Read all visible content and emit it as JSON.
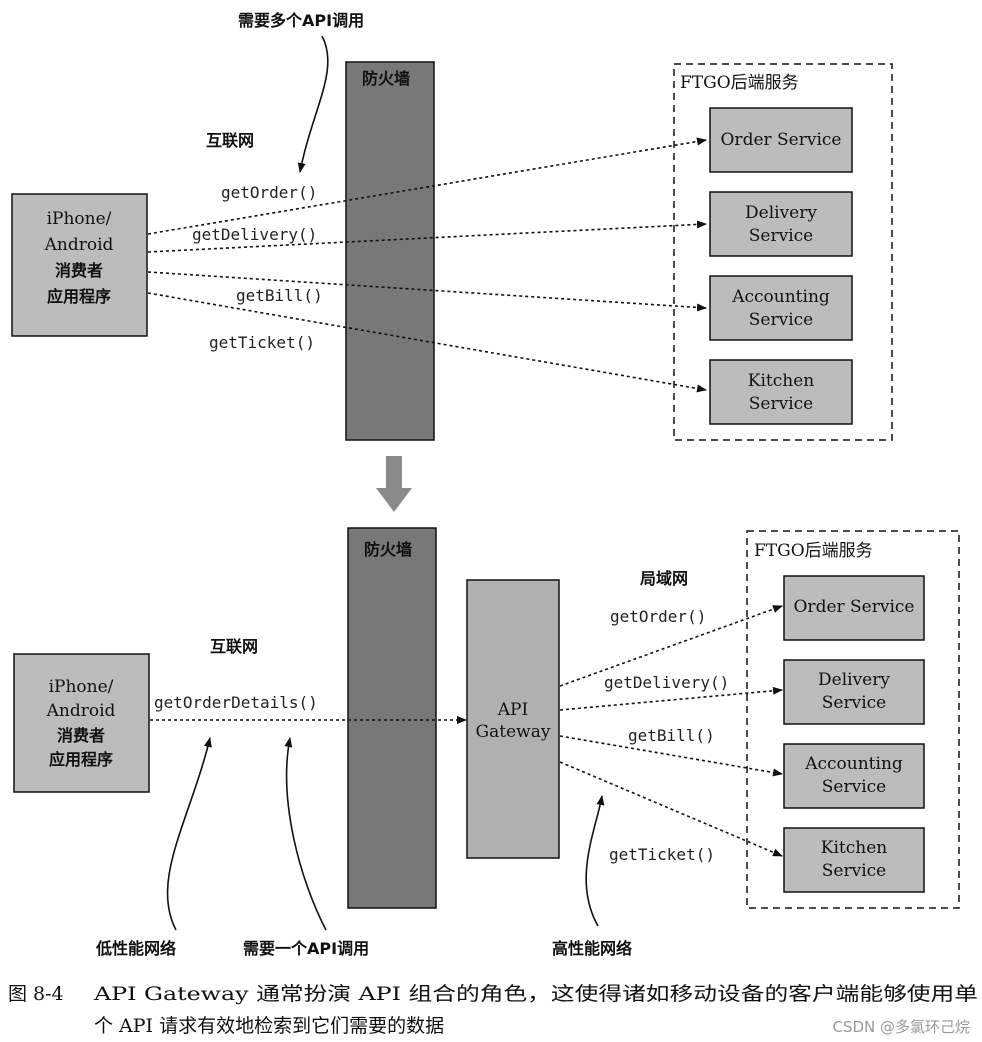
{
  "top": {
    "annotation": "需要多个API调用",
    "firewall": "防火墙",
    "internet": "互联网",
    "client": [
      "iPhone/",
      "Android",
      "消费者",
      "应用程序"
    ],
    "backend_title": "FTGO后端服务",
    "calls": [
      "getOrder()",
      "getDelivery()",
      "getBill()",
      "getTicket()"
    ],
    "services": [
      [
        "Order Service"
      ],
      [
        "Delivery",
        "Service"
      ],
      [
        "Accounting",
        "Service"
      ],
      [
        "Kitchen",
        "Service"
      ]
    ]
  },
  "bottom": {
    "firewall": "防火墙",
    "internet": "互联网",
    "lan": "局域网",
    "client": [
      "iPhone/",
      "Android",
      "消费者",
      "应用程序"
    ],
    "client_call": "getOrderDetails()",
    "gateway": [
      "API",
      "Gateway"
    ],
    "backend_title": "FTGO后端服务",
    "calls": [
      "getOrder()",
      "getDelivery()",
      "getBill()",
      "getTicket()"
    ],
    "services": [
      [
        "Order Service"
      ],
      [
        "Delivery",
        "Service"
      ],
      [
        "Accounting",
        "Service"
      ],
      [
        "Kitchen",
        "Service"
      ]
    ],
    "annotations": {
      "low_perf": "低性能网络",
      "single_call": "需要一个API调用",
      "high_perf": "高性能网络"
    }
  },
  "caption": {
    "label": "图 8-4",
    "line1": "API Gateway 通常扮演 API 组合的角色，这使得诸如移动设备的客户端能够使用单",
    "line2": "个 API 请求有效地检索到它们需要的数据"
  },
  "watermark": "CSDN @多氯环己烷"
}
